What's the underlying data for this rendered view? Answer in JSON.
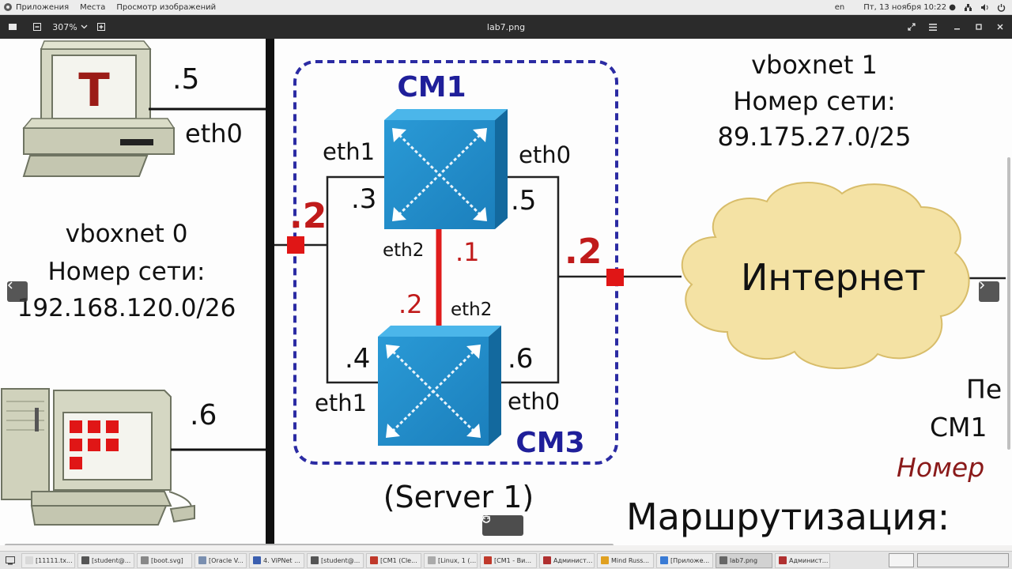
{
  "top_panel": {
    "menu": [
      "Приложения",
      "Места",
      "Просмотр изображений"
    ],
    "lang": "en",
    "datetime": "Пт, 13 ноября  10:22 ●"
  },
  "titlebar": {
    "zoom": "307%",
    "title": "lab7.png"
  },
  "diagram": {
    "left_host_top_ip": ".5",
    "left_host_top_iface": "eth0",
    "left_host_top_letter": "T",
    "left_host_bottom_ip": ".6",
    "vboxnet0_name": "vboxnet 0",
    "vboxnet0_label": "Номер сети:",
    "vboxnet0_net": "192.168.120.0/26",
    "vboxnet1_name": "vboxnet 1",
    "vboxnet1_label": "Номер сети:",
    "vboxnet1_net": "89.175.27.0/25",
    "cm1_label": "CM1",
    "cm3_label": "CM3",
    "server_label": "(Server 1)",
    "cm1_eth1": "eth1",
    "cm1_eth0": "eth0",
    "cm1_ip_eth1": ".3",
    "cm1_ip_eth0": ".5",
    "cm1_eth2": "eth2",
    "cm1_ip_eth2": ".1",
    "cm3_ip_eth2": ".2",
    "cm3_eth2": "eth2",
    "cm3_ip_eth1": ".4",
    "cm3_ip_eth0": ".6",
    "cm3_eth1": "eth1",
    "cm3_eth0": "eth0",
    "left_port_ip": ".2",
    "right_port_ip": ".2",
    "internet": "Интернет",
    "right_partial_1": "Пе",
    "right_partial_2": "CM1",
    "right_partial_3": "Номер",
    "routing": "Маршрутизация:"
  },
  "taskbar": {
    "tasks": [
      {
        "label": "[11111.tx...",
        "color": "#d9d9d9"
      },
      {
        "label": "[student@...",
        "color": "#555555"
      },
      {
        "label": "[boot.svg]",
        "color": "#888888"
      },
      {
        "label": "[Oracle V...",
        "color": "#7a8fb0"
      },
      {
        "label": "4. ViPNet ...",
        "color": "#3b5fb0"
      },
      {
        "label": "[student@...",
        "color": "#555555"
      },
      {
        "label": "[CM1 (Cle...",
        "color": "#c0392b"
      },
      {
        "label": "[Linux, 1 (...",
        "color": "#aaaaaa"
      },
      {
        "label": "[CM1 - Ви...",
        "color": "#c0392b"
      },
      {
        "label": "Админист...",
        "color": "#b03030"
      },
      {
        "label": "Mind Russ...",
        "color": "#e0a020"
      },
      {
        "label": "[Приложе...",
        "color": "#3a7bd5"
      },
      {
        "label": "lab7.png",
        "color": "#666666"
      },
      {
        "label": "Админист...",
        "color": "#b03030"
      }
    ]
  }
}
